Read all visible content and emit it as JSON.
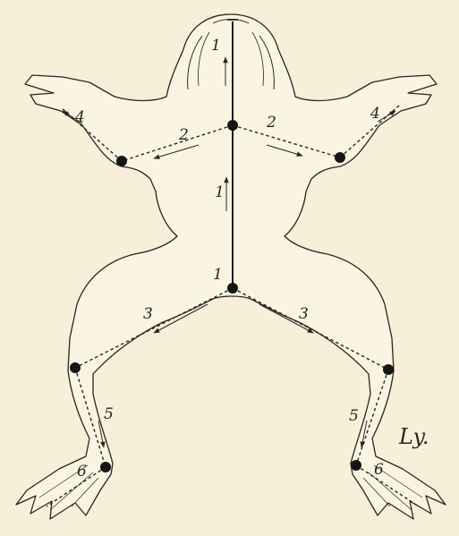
{
  "figure": {
    "colors": {
      "paper": "#f7efd8",
      "ink": "#2a2620",
      "joint": "#151515"
    },
    "labels": {
      "spine_top": "1",
      "spine_mid": "1",
      "spine_low": "1",
      "upper_arm_left": "2",
      "upper_arm_right": "2",
      "forearm_left": "4",
      "forearm_right": "4",
      "thigh_left": "3",
      "thigh_right": "3",
      "shank_left": "5",
      "shank_right": "5",
      "foot_left": "6",
      "foot_right": "6"
    },
    "signature": "Ly."
  }
}
